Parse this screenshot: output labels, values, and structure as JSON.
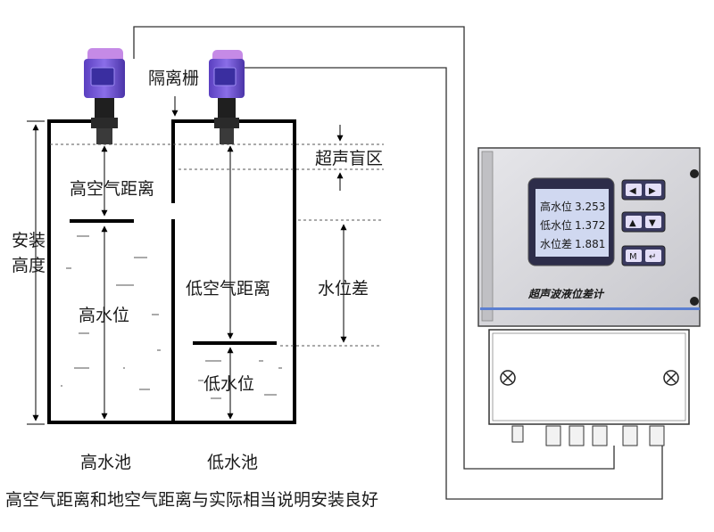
{
  "labels": {
    "isolation_grille": "隔离栅",
    "ultrasonic_blind_zone": "超声盲区",
    "high_air_distance": "高空气距离",
    "install_height_line1": "安装",
    "install_height_line2": "高度",
    "high_water_level": "高水位",
    "low_air_distance": "低空气距离",
    "water_level_difference": "水位差",
    "low_water_level": "低水位",
    "high_pool": "高水池",
    "low_pool": "低水池",
    "caption": "高空气距离和地空气距离与实际相当说明安装良好"
  },
  "meter": {
    "screen_rows": [
      {
        "label": "高水位",
        "value": "3.253"
      },
      {
        "label": "低水位",
        "value": "1.372"
      },
      {
        "label": "水位差",
        "value": "1.881"
      }
    ],
    "brand": "超声波液位差计",
    "button_pairs": [
      [
        "◀",
        "▶"
      ],
      [
        "▲",
        "▼"
      ],
      [
        "M",
        "↵"
      ]
    ]
  },
  "colors": {
    "sensor_top": "#b47ad8",
    "sensor_body": "#6b4fd0",
    "sensor_neck": "#1a1a1a",
    "meter_panel": "#d4d4d8",
    "screen_bg": "#d0d8f0",
    "accent_line": "#5b7fd1"
  }
}
